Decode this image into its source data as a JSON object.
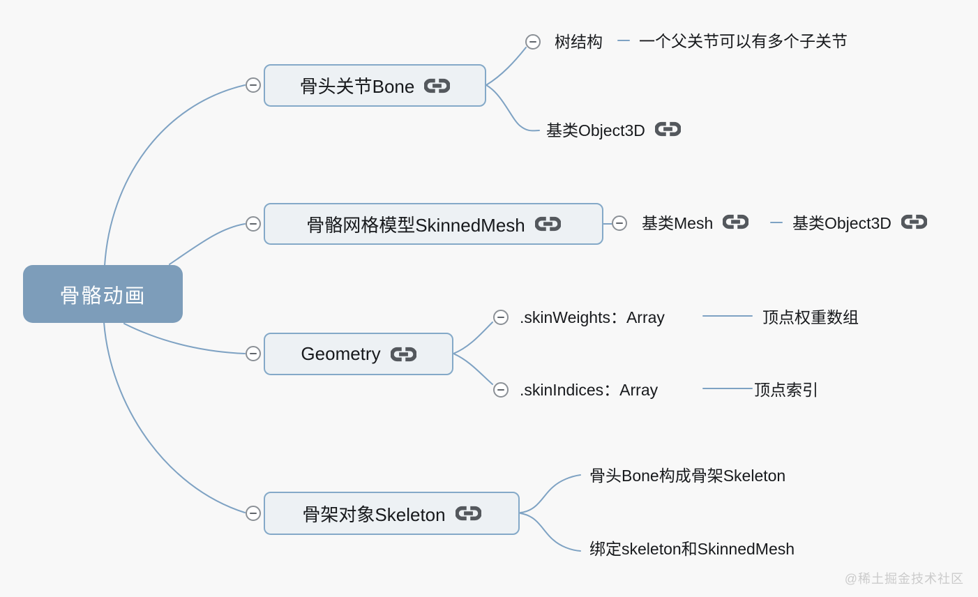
{
  "colors": {
    "background": "#f8f8f8",
    "root_fill": "#7d9dba",
    "root_text": "#ffffff",
    "node_fill": "#edf1f4",
    "node_border": "#84a9c8",
    "line": "#7ea2c3",
    "link_icon": "#54585d",
    "collapse_border": "#8b9096",
    "collapse_minus": "#5f646a",
    "text": "#17191c",
    "watermark": "#cbcbcb"
  },
  "icons": {
    "link": "link-icon (chain glyph)",
    "collapse": "collapse-minus-icon (circle with minus)"
  },
  "root": {
    "label": "骨骼动画"
  },
  "branches": [
    {
      "label": "骨头关节Bone",
      "children": [
        {
          "label": "树结构",
          "children": [
            {
              "label": "一个父关节可以有多个子关节"
            }
          ]
        },
        {
          "label": "基类Object3D"
        }
      ]
    },
    {
      "label": "骨骼网格模型SkinnedMesh",
      "children": [
        {
          "label": "基类Mesh",
          "children": [
            {
              "label": "基类Object3D"
            }
          ]
        }
      ]
    },
    {
      "label": "Geometry",
      "children": [
        {
          "label": ".skinWeights：Array",
          "children": [
            {
              "label": "顶点权重数组"
            }
          ]
        },
        {
          "label": ".skinIndices：Array",
          "children": [
            {
              "label": "顶点索引"
            }
          ]
        }
      ]
    },
    {
      "label": "骨架对象Skeleton",
      "children": [
        {
          "label": "骨头Bone构成骨架Skeleton"
        },
        {
          "label": "绑定skeleton和SkinnedMesh"
        }
      ]
    }
  ],
  "watermark": "@稀土掘金技术社区"
}
